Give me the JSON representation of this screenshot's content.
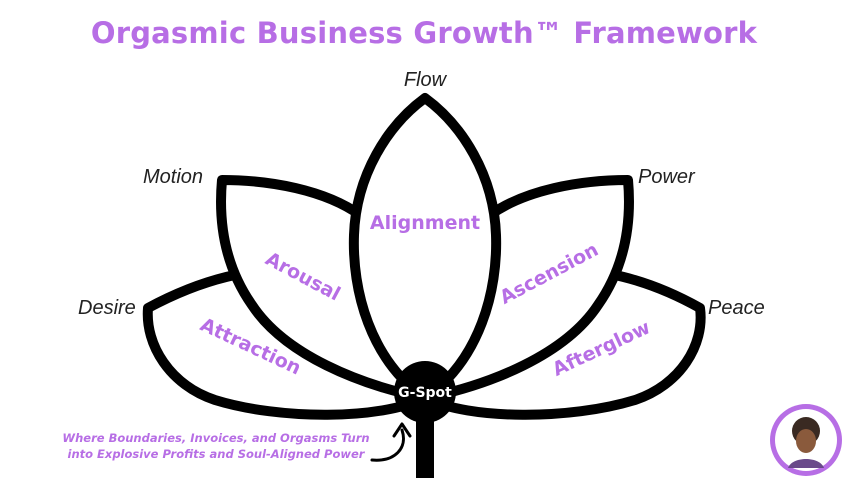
{
  "title": "Orgasmic Business Growth™ Framework",
  "center": "G-Spot",
  "petals": {
    "attraction": "Attraction",
    "arousal": "Arousal",
    "alignment": "Alignment",
    "ascension": "Ascension",
    "afterglow": "Afterglow"
  },
  "tips": {
    "desire": "Desire",
    "motion": "Motion",
    "flow": "Flow",
    "power": "Power",
    "peace": "Peace"
  },
  "tagline": [
    "Where Boundaries, Invoices, and Orgasms Turn",
    "into Explosive Profits and Soul-Aligned Power"
  ],
  "colors": {
    "accent": "#b76ee5",
    "outline": "#000000",
    "background": "#ffffff"
  },
  "icons": {
    "arrow": "curved-arrow-icon",
    "logo": "avatar-badge-icon"
  }
}
